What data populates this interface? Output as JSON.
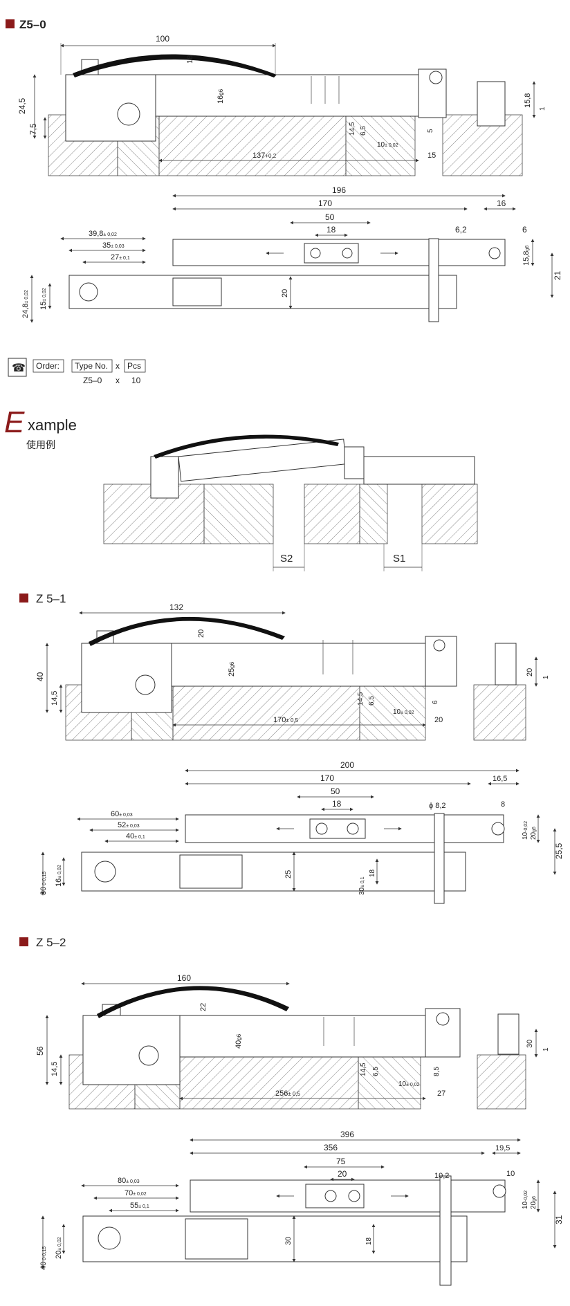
{
  "colors": {
    "accent": "#8b1a1a",
    "line": "#333333",
    "text": "#222222"
  },
  "sections": {
    "z50": {
      "title": "Z5–0"
    },
    "z51": {
      "title": "Z 5–1"
    },
    "z52": {
      "title": "Z 5–2"
    }
  },
  "order": {
    "icon": "phone-icon",
    "label": "Order:",
    "type_label": "Type No.",
    "x1": "x",
    "pcs_label": "Pcs",
    "type_value": "Z5–0",
    "x2": "x",
    "pcs_value": "10"
  },
  "example": {
    "initial": "E",
    "rest": "xample",
    "sub": "使用例",
    "s2": "S2",
    "s1": "S1"
  },
  "dims": {
    "z50": {
      "side": {
        "len": "100",
        "h1": "24,5",
        "h2": "7,5",
        "spring": "18",
        "g": "16",
        "gsub": "g6",
        "h3": "14,5",
        "h4": "6,5",
        "tol": "10",
        "tolsub": "± 0,02",
        "base": "137",
        "basesub": "+0,2",
        "s15": "15",
        "s5": "5",
        "r158": "15,8",
        "r1": "1"
      },
      "top": {
        "a": "196",
        "b": "170",
        "c": "50",
        "d": "18",
        "e": "6,2",
        "f": "16",
        "g": "6",
        "h": "39,8",
        "hs": "± 0,02",
        "i": "35",
        "is": "± 0,03",
        "j": "27",
        "js": "± 0,1",
        "k": "24,8",
        "ks": "± 0,02",
        "l": "15",
        "ls": "± 0,02",
        "m": "20",
        "n": "15,8",
        "ns": "g6",
        "o": "21"
      }
    },
    "z51": {
      "side": {
        "len": "132",
        "h1": "40",
        "h2": "14,5",
        "spring": "20",
        "g": "25",
        "gsub": "g6",
        "h3": "14,5",
        "h4": "6,5",
        "tol": "10",
        "tolsub": "± 0,02",
        "base": "170",
        "basesub": "± 0,5",
        "s20": "20",
        "s6": "6",
        "r20": "20",
        "r1": "1"
      },
      "top": {
        "a": "200",
        "b": "170",
        "c": "50",
        "d": "18",
        "e": "ϕ 8,2",
        "f": "16,5",
        "g": "8",
        "h": "60",
        "hs": "± 0,03",
        "i": "52",
        "is": "± 0,03",
        "j": "40",
        "js": "± 0,1",
        "k": "30",
        "ks": "-0,15",
        "kz": "0",
        "l": "16",
        "ls": "± 0,02",
        "m": "25",
        "n": "30",
        "ns": "± 0,1",
        "p": "18",
        "q": "10",
        "qs": "-0,02",
        "r": "20",
        "rs": "g6",
        "o": "25,5"
      }
    },
    "z52": {
      "side": {
        "len": "160",
        "h1": "56",
        "h2": "14,5",
        "spring": "22",
        "g": "40",
        "gsub": "g6",
        "h3": "14,5",
        "h4": "6,5",
        "tol": "10",
        "tolsub": "± 0,02",
        "base": "256",
        "basesub": "± 0,5",
        "s27": "27",
        "s85": "8,5",
        "r30": "30",
        "r1": "1"
      },
      "top": {
        "a": "396",
        "b": "356",
        "c": "75",
        "d": "20",
        "e": "10,2",
        "f": "19,5",
        "g": "10",
        "h": "80",
        "hs": "± 0,03",
        "i": "70",
        "is": "± 0,02",
        "j": "55",
        "js": "± 0,1",
        "k": "40",
        "ks": "-0,15",
        "kz": "0",
        "l": "20",
        "ls": "± 0,02",
        "m": "30",
        "p": "18",
        "q": "10",
        "qs": "-0,02",
        "r": "20",
        "rs": "g6",
        "o": "31"
      }
    }
  }
}
